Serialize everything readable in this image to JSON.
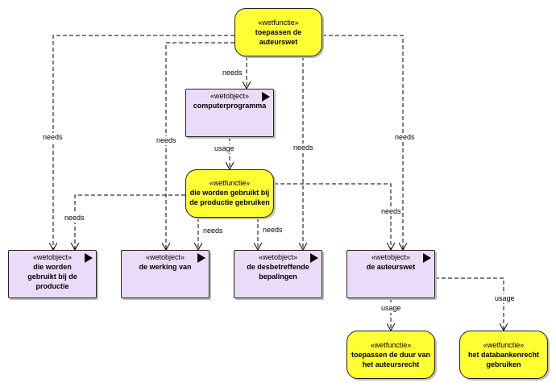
{
  "colors": {
    "wetfunctie_fill": "#ffff33",
    "wetobject_fill": "#eadcf8",
    "line": "#000000"
  },
  "nodes": {
    "toepassen_auteurswet": {
      "stereotype": "«wetfunctie»",
      "title_lines": [
        "toepassen de",
        "auteurswet"
      ]
    },
    "computerprogramma": {
      "stereotype": "«wetobject»",
      "title_lines": [
        "computerprogramma"
      ]
    },
    "gebruikt_bij_productie_func": {
      "stereotype": "«wetfunctie»",
      "title_lines": [
        "die worden gebruikt bij",
        "de productie gebruiken"
      ]
    },
    "gebruikt_bij_productie_obj": {
      "stereotype": "«wetobject»",
      "title_lines": [
        "die worden",
        "gebruikt bij de",
        "productie"
      ]
    },
    "werking_van": {
      "stereotype": "«wetobject»",
      "title_lines": [
        "de werking van"
      ]
    },
    "desbetreffende_bepalingen": {
      "stereotype": "«wetobject»",
      "title_lines": [
        "de desbetreffende",
        "bepalingen"
      ]
    },
    "de_auteurswet": {
      "stereotype": "«wetobject»",
      "title_lines": [
        "de auteurswet"
      ]
    },
    "duur_auteursrecht": {
      "stereotype": "«wetfunctie»",
      "title_lines": [
        "toepassen de duur van",
        "het auteursrecht"
      ]
    },
    "databankenrecht": {
      "stereotype": "«wetfunctie»",
      "title_lines": [
        "het databankenrecht",
        "gebruiken"
      ]
    }
  },
  "edge_labels": {
    "needs": "needs",
    "usage": "usage"
  }
}
